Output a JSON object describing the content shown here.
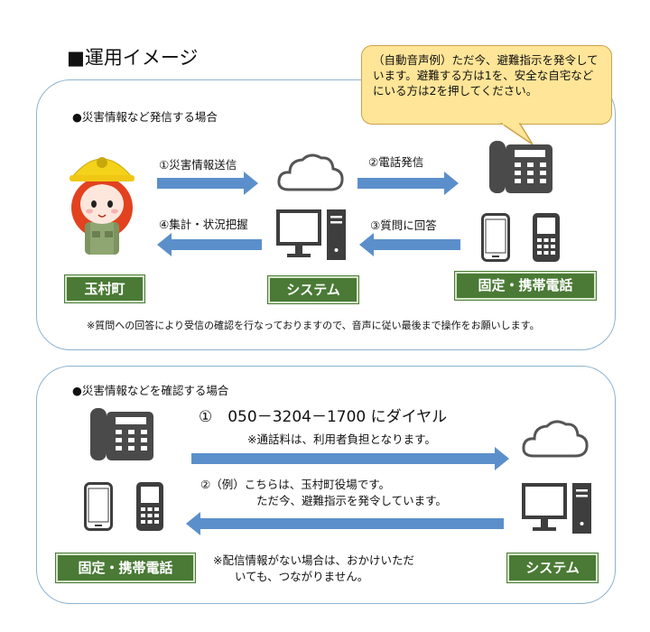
{
  "title": "■運用イメージ",
  "callout": {
    "text": "（自動音声例）ただ今、避難指示を発令しています。避難する方は1を、安全な自宅などにいる方は2を押してください。"
  },
  "panel1": {
    "heading": "●災害情報など発信する場合",
    "step1": "①災害情報送信",
    "step2": "②電話発信",
    "step3": "③質問に回答",
    "step4": "④集計・状況把握",
    "label_town": "玉村町",
    "label_system": "システム",
    "label_phone": "固定・携帯電話",
    "note": "※質問への回答により受信の確認を行なっておりますので、音声に従い最後まで操作をお願いします。"
  },
  "panel2": {
    "heading": "●災害情報などを確認する場合",
    "dial": "①　050－3204－1700 にダイヤル",
    "dial_note": "※通話料は、利用者負担となります。",
    "reply_line1": "②（例）こちらは、玉村町役場です。",
    "reply_line2": "ただ今、避難指示を発令しています。",
    "label_phone": "固定・携帯電話",
    "label_system": "システム",
    "no_info_line1": "※配信情報がない場合は、おかけいただ",
    "no_info_line2": "いても、つながりません。"
  },
  "colors": {
    "arrow": "#5b8fcb",
    "label_green": "#4a7a35",
    "callout": "#ffe597",
    "panel_border": "#8fb3cf"
  },
  "icons": [
    "cloud-icon",
    "computer-icon",
    "desk-phone-icon",
    "smartphone-icon",
    "feature-phone-icon",
    "mascot-illustration"
  ]
}
